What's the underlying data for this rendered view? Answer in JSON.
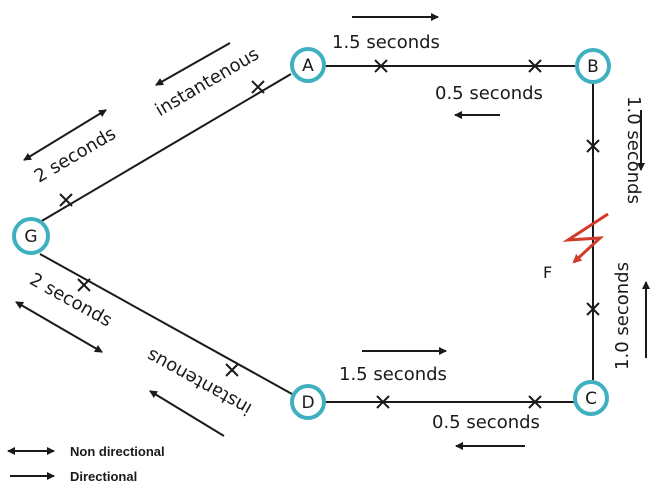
{
  "colors": {
    "node_stroke": "#3fb0c0",
    "line": "#1a1a1a",
    "fault": "#d23a2a"
  },
  "nodes": {
    "A": "A",
    "B": "B",
    "C": "C",
    "D": "D",
    "G": "G"
  },
  "fault_label": "F",
  "labels": {
    "ab_top": "1.5 seconds",
    "ab_bottom": "0.5 seconds",
    "bc_upper": "1.0 seconds",
    "bc_lower": "1.0 seconds",
    "dc_top": "1.5 seconds",
    "dc_bottom": "0.5 seconds",
    "ga_upper": "instantenous",
    "ga_lower": "2 seconds",
    "gd_upper": "2 seconds",
    "gd_lower": "instantenous"
  },
  "legend": {
    "non_directional": "Non directional",
    "directional": "Directional"
  },
  "icons": {
    "breaker": "x-mark-icon",
    "arrow": "arrow-icon",
    "fault": "lightning-fault-icon"
  }
}
